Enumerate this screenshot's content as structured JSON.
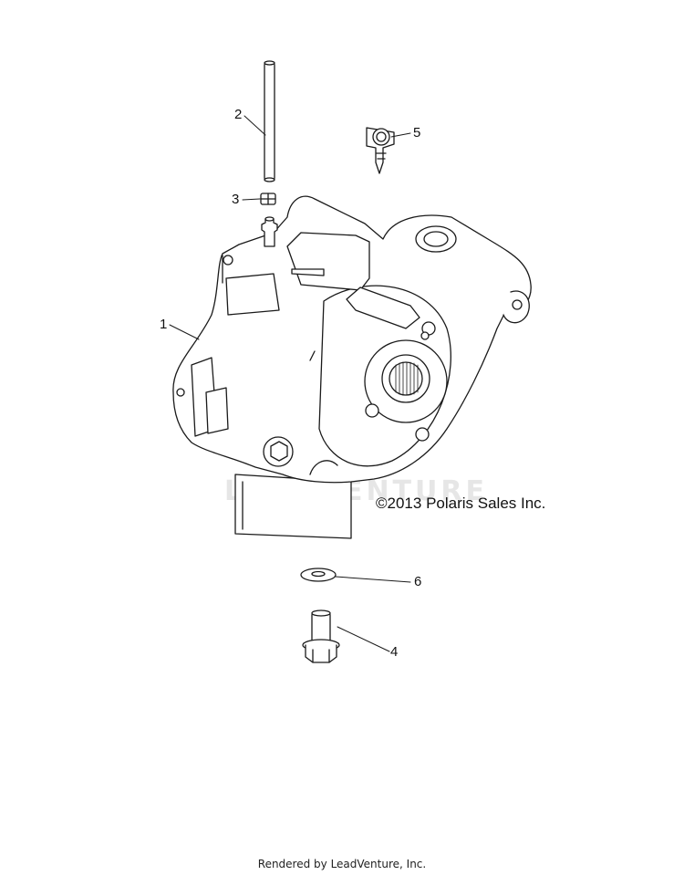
{
  "callouts": [
    {
      "id": "1",
      "label": "1"
    },
    {
      "id": "2",
      "label": "2"
    },
    {
      "id": "3",
      "label": "3"
    },
    {
      "id": "4",
      "label": "4"
    },
    {
      "id": "5",
      "label": "5"
    },
    {
      "id": "6",
      "label": "6"
    }
  ],
  "copyright": "©2013 Polaris Sales Inc.",
  "watermark": "LEADVENTURE",
  "footer": "Rendered by LeadVenture, Inc.",
  "colors": {
    "line": "#1a1a1a",
    "fill": "#ffffff",
    "watermark": "#e6e6e6"
  }
}
